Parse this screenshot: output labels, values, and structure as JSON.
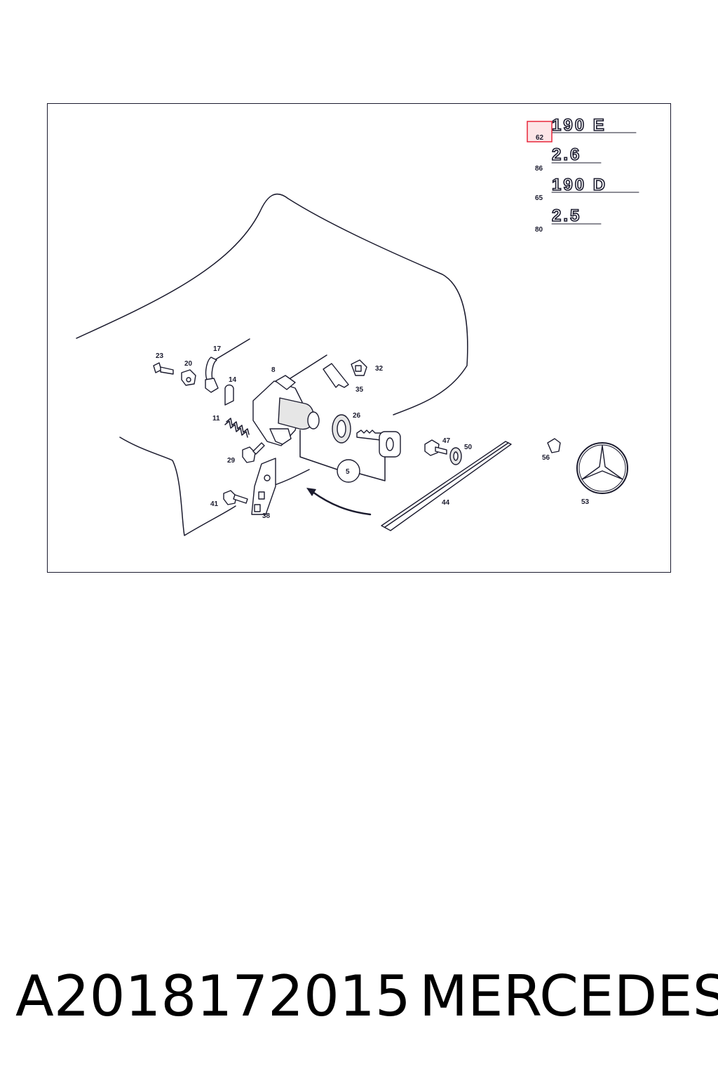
{
  "diagram": {
    "highlight_color": "#e8263a",
    "line_color": "#1b1b2e",
    "callouts": {
      "c23": "23",
      "c20": "20",
      "c17": "17",
      "c14": "14",
      "c8": "8",
      "c32": "32",
      "c35": "35",
      "c11": "11",
      "c26": "26",
      "c29": "29",
      "c47": "47",
      "c50": "50",
      "c56": "56",
      "c5": "5",
      "c41": "41",
      "c38": "38",
      "c44": "44",
      "c53": "53",
      "c62": "62",
      "c86": "86",
      "c65": "65",
      "c80": "80"
    },
    "badges": {
      "b1": "190 E",
      "b2": "2.6",
      "b3": "190 D",
      "b4": "2.5"
    },
    "highlighted_callout": "62",
    "icons": [
      "star-emblem-icon",
      "key-icon",
      "arrow-icon"
    ]
  },
  "caption": {
    "part_number": "A2018172015",
    "brand": "MERCEDES"
  }
}
